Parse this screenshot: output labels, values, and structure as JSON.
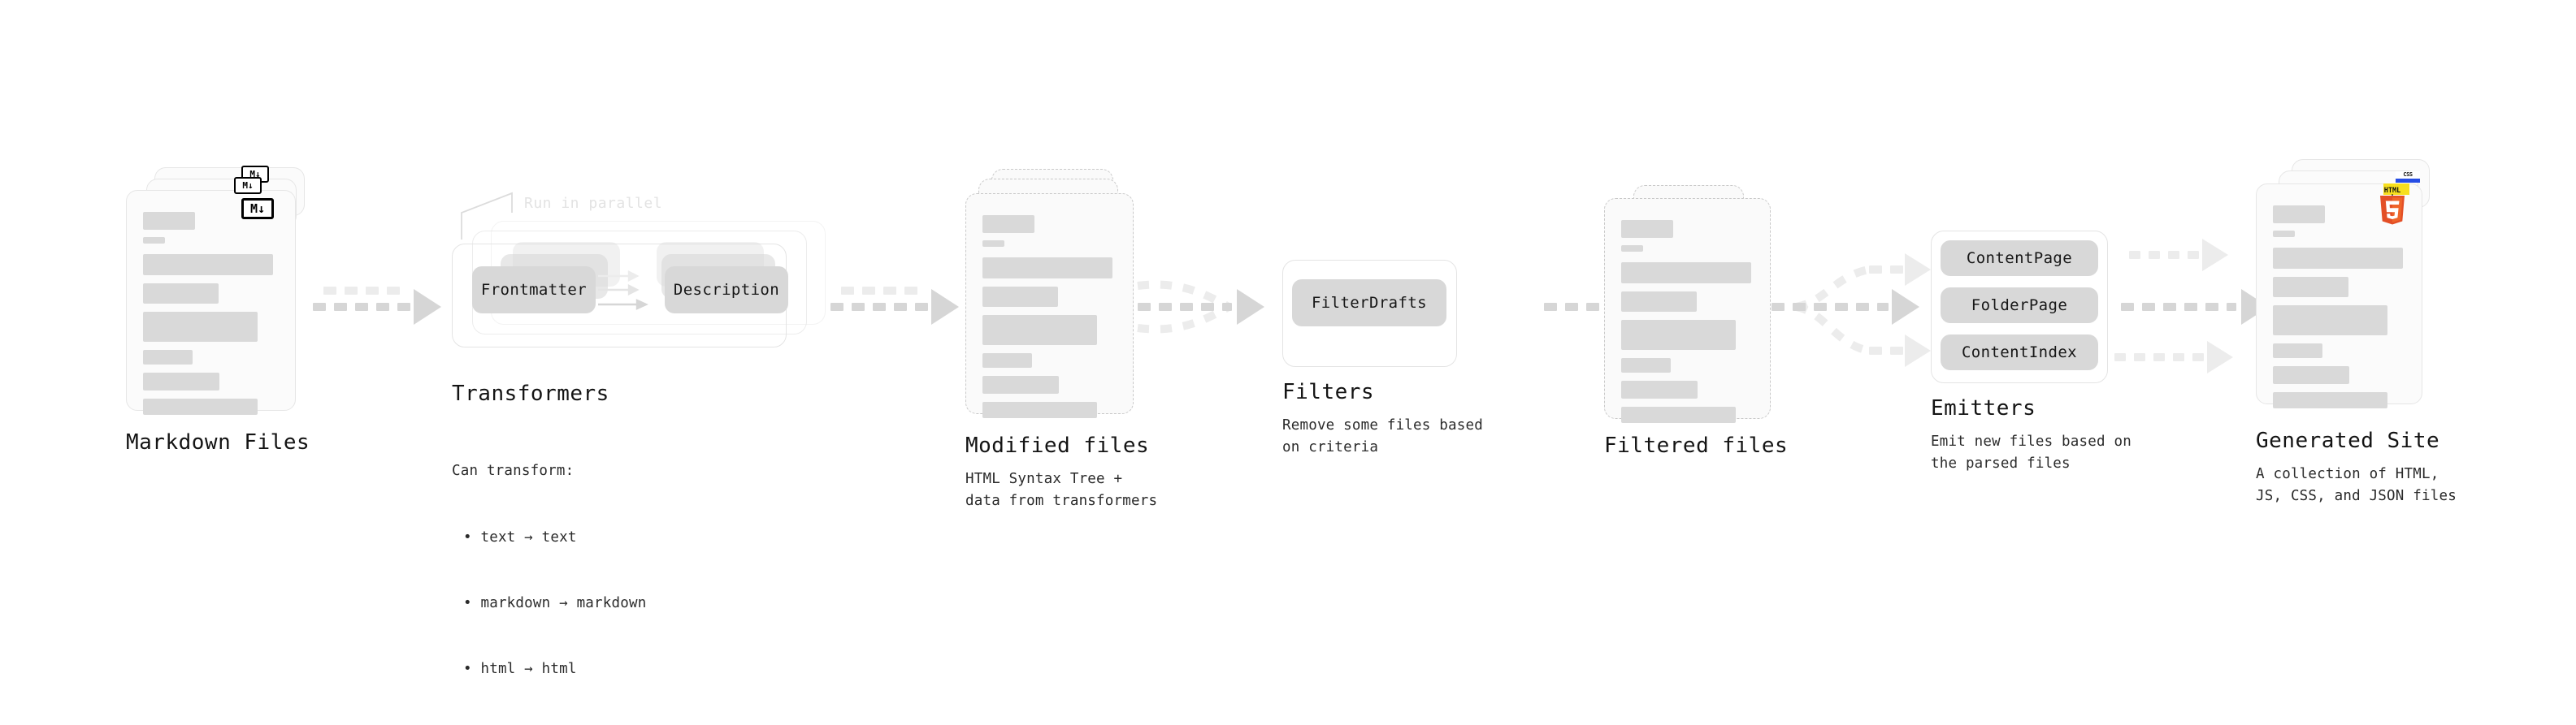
{
  "diagram": {
    "title_context": "Static site generation pipeline",
    "stages": [
      {
        "id": "markdown-files",
        "title": "Markdown Files",
        "subtitle": "",
        "badge": "M↓",
        "badge_name": "markdown-icon"
      },
      {
        "id": "transformers",
        "title": "Transformers",
        "subtitle": "Can transform:",
        "ghost_label": "Run in parallel",
        "chips": [
          "Frontmatter",
          "Description"
        ],
        "bullets": [
          "• text → text",
          "• markdown → markdown",
          "• html → html"
        ]
      },
      {
        "id": "modified-files",
        "title": "Modified files",
        "subtitle": "HTML Syntax Tree +\ndata from transformers"
      },
      {
        "id": "filters",
        "title": "Filters",
        "subtitle": "Remove some files based\non criteria",
        "chips": [
          "FilterDrafts"
        ]
      },
      {
        "id": "filtered-files",
        "title": "Filtered files",
        "subtitle": ""
      },
      {
        "id": "emitters",
        "title": "Emitters",
        "subtitle": "Emit new files based on\nthe parsed files",
        "chips": [
          "ContentPage",
          "FolderPage",
          "ContentIndex"
        ]
      },
      {
        "id": "generated-site",
        "title": "Generated Site",
        "subtitle": "A collection of HTML,\nJS, CSS, and JSON files",
        "badges": [
          "css-icon",
          "js-icon",
          "html5-icon"
        ],
        "html5_wordmark": "HTML",
        "html5_digit": "5",
        "css_wordmark": "CSS"
      }
    ],
    "colors": {
      "ink": "#141414",
      "bar": "#d9d9d9",
      "chip": "#d8d8d8",
      "card_bg": "#fbfbfb",
      "card_border": "#e6e6e6",
      "dashed_border": "#c9c9c9",
      "arrow": "#d6d6d6",
      "arrow_faded": "#ececec",
      "ghost_text": "#e3e3e3",
      "html5_orange": "#e34f26",
      "html5_light": "#ef652a",
      "css_blue": "#264de4",
      "js_yellow": "#f7df1e"
    }
  }
}
